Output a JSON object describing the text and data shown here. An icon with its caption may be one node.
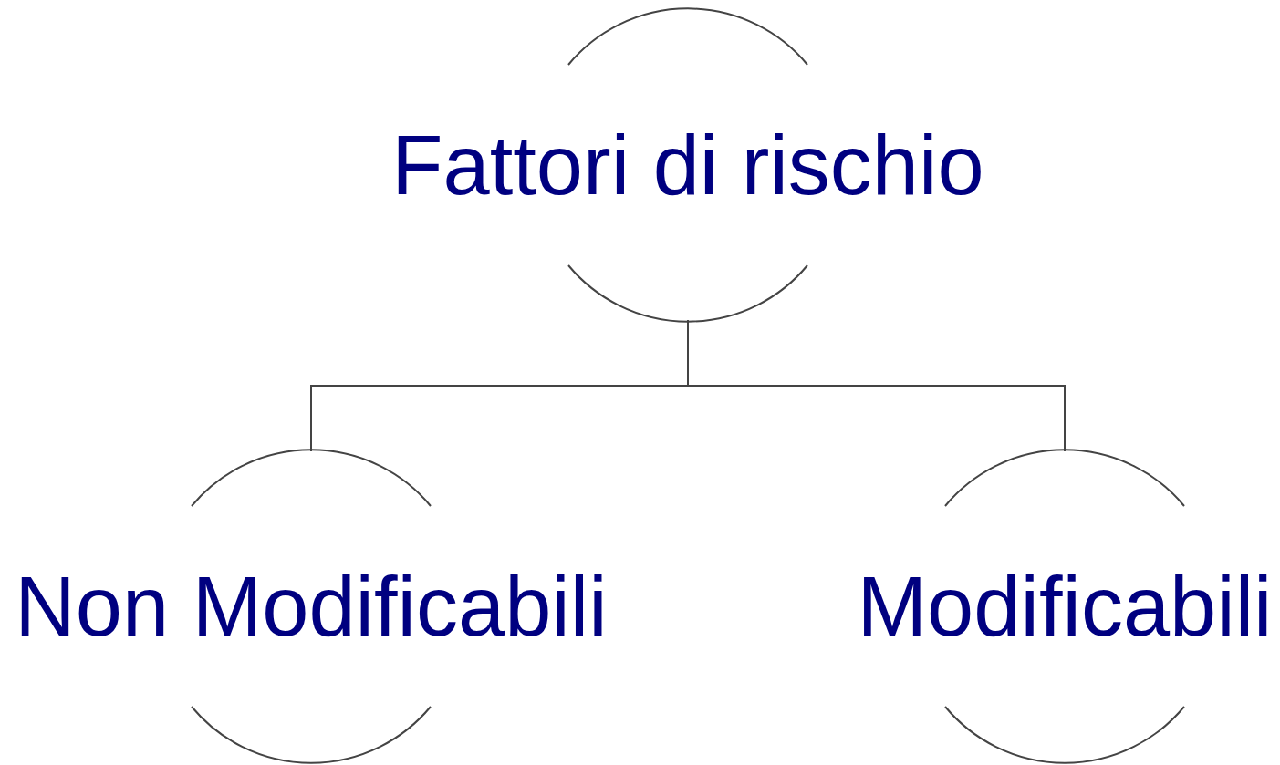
{
  "diagram": {
    "nodes": [
      {
        "text": [
          "Fattori di rischio"
        ]
      },
      {
        "text": [
          "Non Modificabili"
        ]
      },
      {
        "text": [
          "Modificabili"
        ]
      }
    ],
    "edges": [
      {
        "from": 0,
        "to": 1,
        "arrow": "none"
      },
      {
        "from": 0,
        "to": 2,
        "arrow": "none"
      }
    ]
  }
}
